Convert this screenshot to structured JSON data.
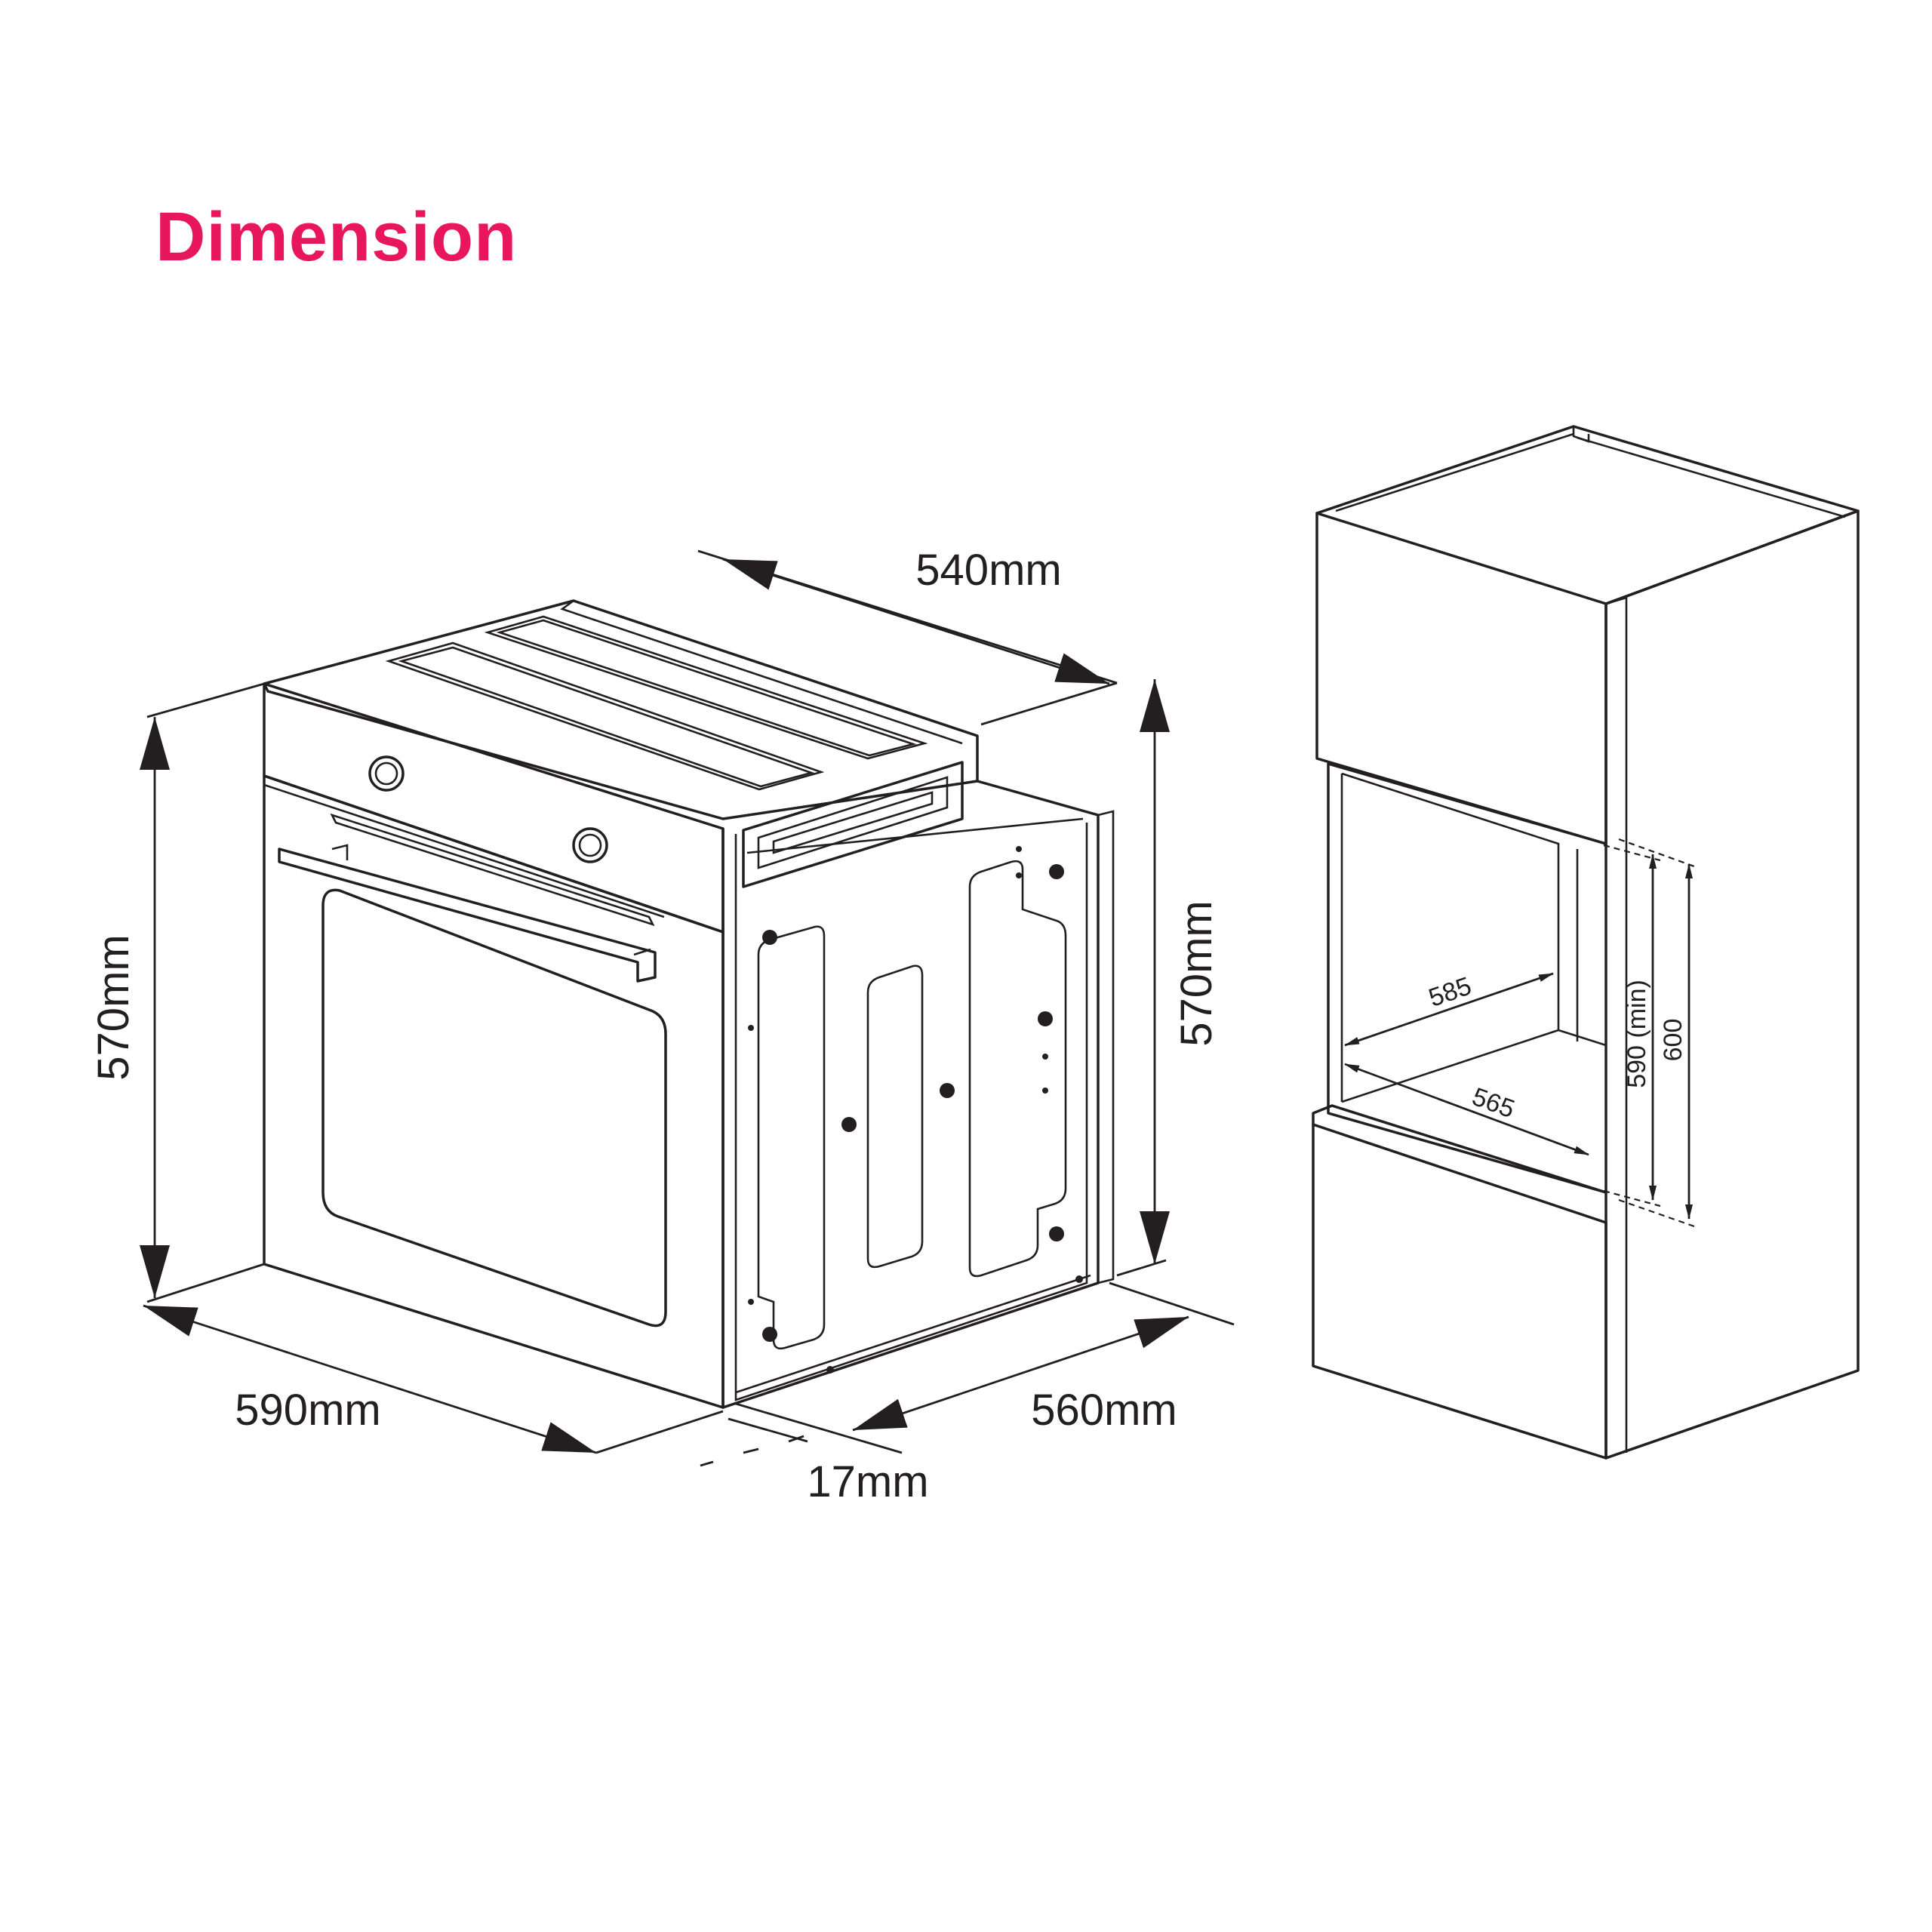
{
  "title": "Dimension",
  "accent_color": "#e8175d",
  "line_color": "#231f20",
  "oven": {
    "depth_top": "540mm",
    "height_left": "570mm",
    "height_right": "570mm",
    "width_front": "590mm",
    "depth_side": "560mm",
    "door_thickness": "17mm"
  },
  "cabinet": {
    "cutout_width": "585",
    "cutout_depth": "565",
    "cutout_height_min": "590 (min)",
    "cutout_height": "600"
  }
}
